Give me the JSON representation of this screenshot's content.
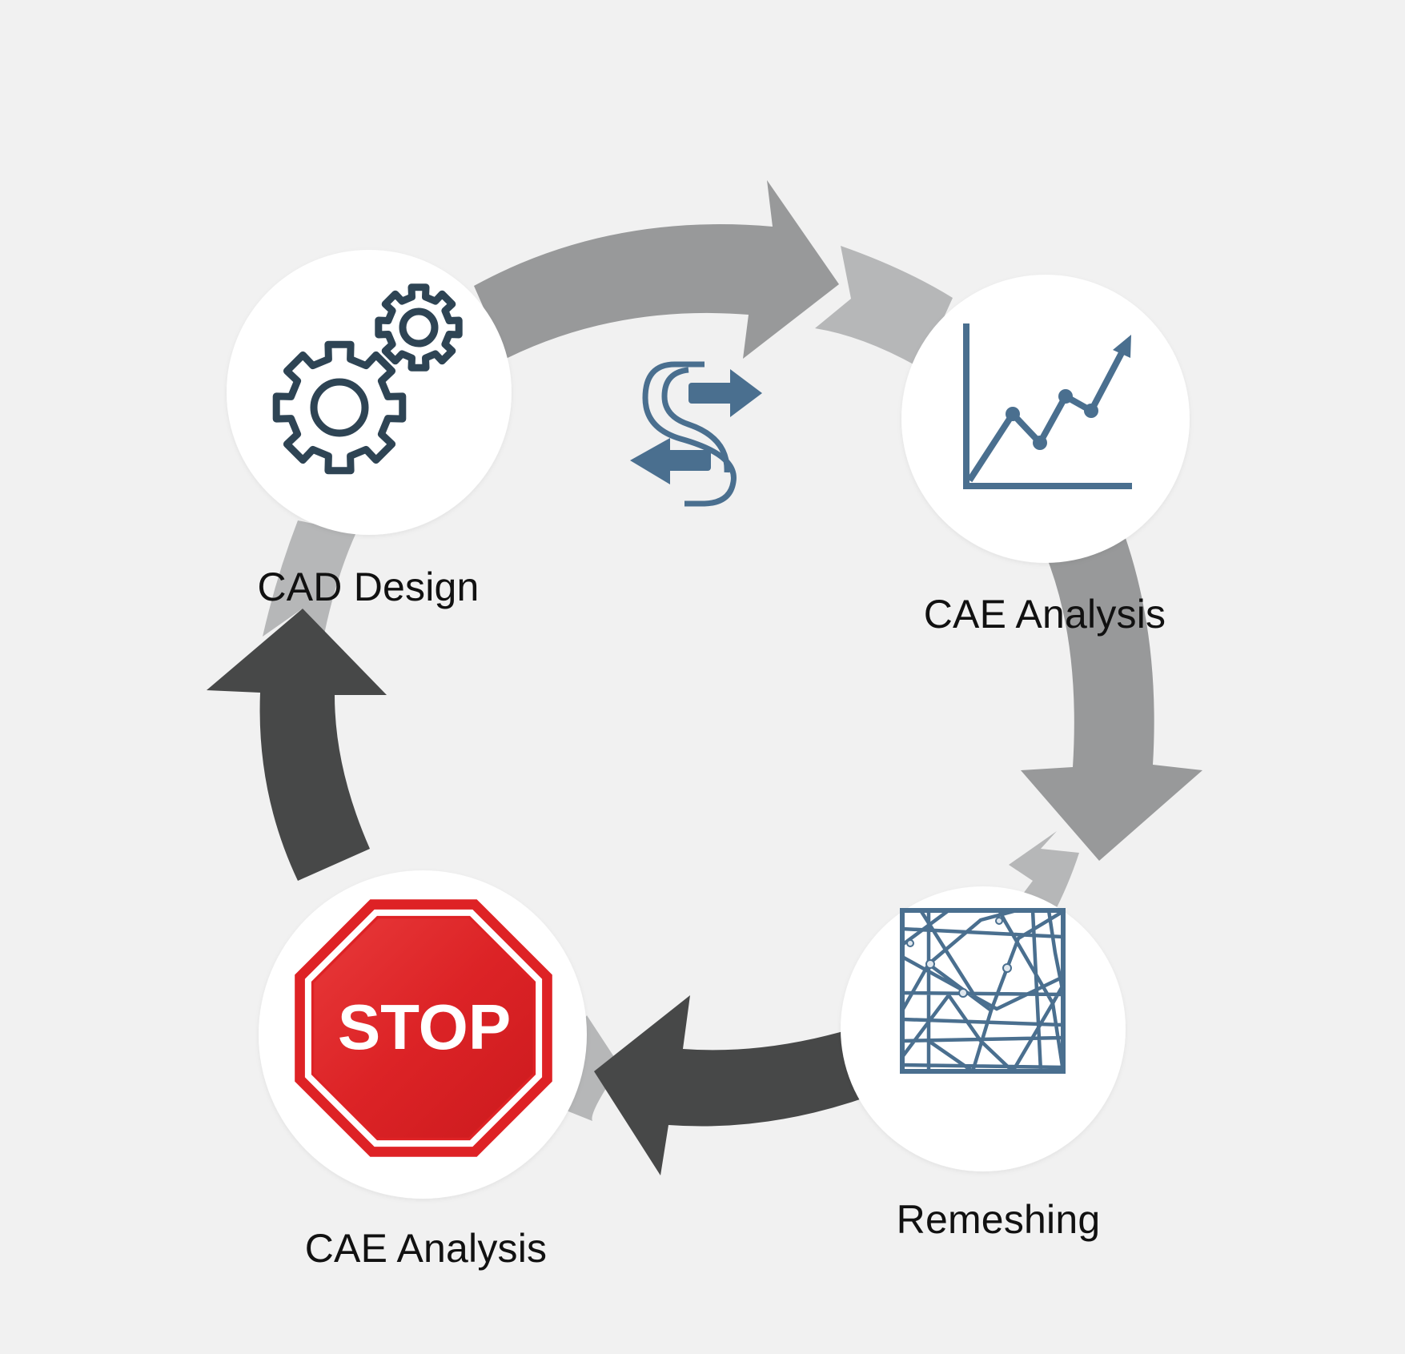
{
  "title": "CAD-CAE design iteration cycle",
  "colors": {
    "background": "#f1f1f1",
    "node_fill": "#ffffff",
    "icon_blue": "#4a6f8f",
    "icon_dark": "#2e4454",
    "arrow_gray": "#999a9b",
    "arrow_light_gray": "#b5b6b7",
    "arrow_dark": "#474848",
    "stop_red": "#d91f23",
    "label_text": "#111111"
  },
  "nodes": [
    {
      "id": "cad-design",
      "label": "CAD Design",
      "icon": "gears-icon"
    },
    {
      "id": "cae-analysis-1",
      "label": "CAE Analysis",
      "icon": "line-chart-icon"
    },
    {
      "id": "remeshing",
      "label": "Remeshing",
      "icon": "mesh-icon"
    },
    {
      "id": "cae-analysis-2",
      "label": "CAE Analysis",
      "icon": "stop-sign-icon",
      "icon_text": "STOP"
    }
  ],
  "center_icon": "exchange-arrows-icon",
  "flow": [
    {
      "from": "cad-design",
      "to": "cae-analysis-1",
      "style": "gray"
    },
    {
      "from": "cae-analysis-1",
      "to": "remeshing",
      "style": "gray"
    },
    {
      "from": "remeshing",
      "to": "cae-analysis-2",
      "style": "dark"
    },
    {
      "from": "cae-analysis-2",
      "to": "cad-design",
      "style": "dark"
    }
  ]
}
